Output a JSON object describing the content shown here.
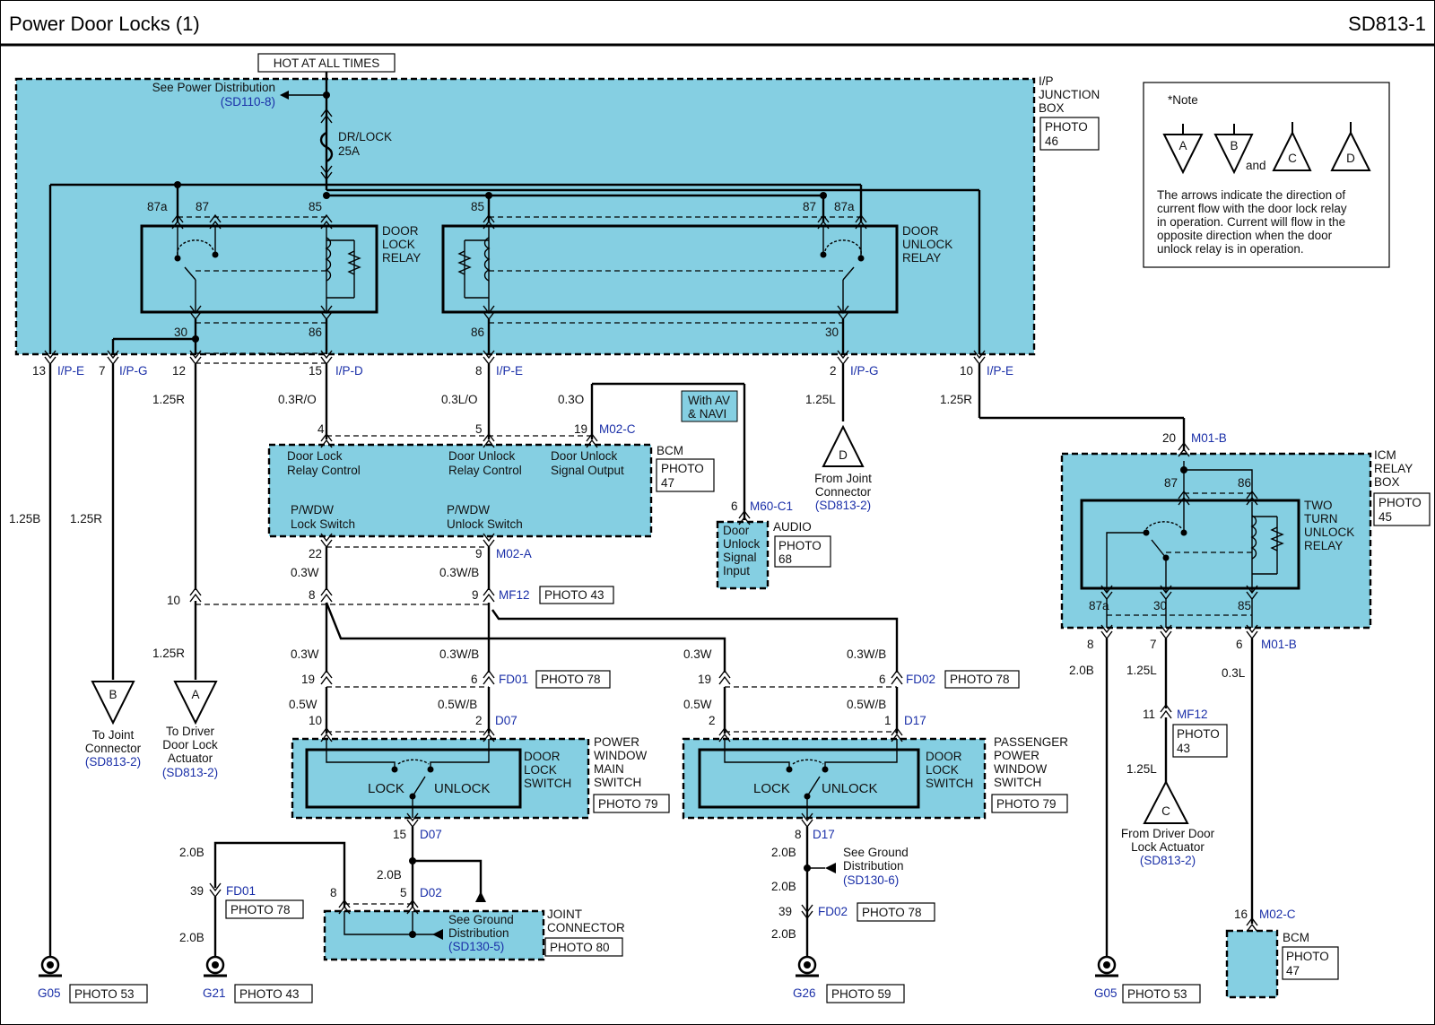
{
  "title": "Power Door Locks (1)",
  "code": "SD813-1",
  "hot": "HOT AT ALL TIMES",
  "power_dist": {
    "label": "See Power Distribution",
    "ref": "(SD110-8)"
  },
  "fuse": {
    "name": "DR/LOCK",
    "rating": "25A"
  },
  "ip_box": {
    "line1": "I/P",
    "line2": "JUNCTION",
    "line3": "BOX",
    "photo1": "PHOTO",
    "photo2": "46"
  },
  "note": {
    "title": "*Note",
    "tri": [
      "A",
      "B",
      "C",
      "D"
    ],
    "and": "and",
    "lines": [
      "The arrows indicate the direction of",
      "current flow with the door lock relay",
      "in operation. Current will flow in the",
      "opposite direction when the door",
      "unlock relay is in operation."
    ]
  },
  "lock_relay": {
    "line1": "DOOR",
    "line2": "LOCK",
    "line3": "RELAY",
    "p87a": "87a",
    "p87": "87",
    "p85": "85",
    "p30": "30",
    "p86": "86"
  },
  "unlock_relay": {
    "line1": "DOOR",
    "line2": "UNLOCK",
    "line3": "RELAY",
    "p85": "85",
    "p87": "87",
    "p87a": "87a",
    "p86": "86",
    "p30": "30"
  },
  "pins": {
    "p13": "13",
    "ipe1": "I/P-E",
    "p7": "7",
    "ipg1": "I/P-G",
    "p12": "12",
    "p15": "15",
    "ipd": "I/P-D",
    "p8": "8",
    "ipe2": "I/P-E",
    "p2": "2",
    "ipg2": "I/P-G",
    "p10": "10",
    "ipe3": "I/P-E"
  },
  "wires": {
    "w125B": "1.25B",
    "w125R_a": "1.25R",
    "w125R_b": "1.25R",
    "w125R_c": "1.25R",
    "w03RO": "0.3R/O",
    "w03LO": "0.3L/O",
    "w03O": "0.3O",
    "w125L": "1.25L",
    "w125R_d": "1.25R"
  },
  "av": {
    "line1": "With AV",
    "line2": "& NAVI"
  },
  "joint_d": {
    "tri": "D",
    "line1": "From Joint",
    "line2": "Connector",
    "ref": "(SD813-2)"
  },
  "bcm": {
    "p4": "4",
    "p5": "5",
    "p19": "19",
    "conn": "M02-C",
    "c1a": "Door Lock",
    "c1b": "Relay Control",
    "c2a": "Door Unlock",
    "c2b": "Relay Control",
    "c3a": "Door Unlock",
    "c3b": "Signal Output",
    "s1a": "P/WDW",
    "s1b": "Lock Switch",
    "s2a": "P/WDW",
    "s2b": "Unlock Switch",
    "name": "BCM",
    "photo1": "PHOTO",
    "photo2": "47",
    "p22": "22",
    "p9": "9",
    "conn2": "M02-A"
  },
  "audio": {
    "pin": "6",
    "conn": "M60-C1",
    "l1": "Door",
    "l2": "Unlock",
    "l3": "Signal",
    "l4": "Input",
    "name": "AUDIO",
    "photo1": "PHOTO",
    "photo2": "68"
  },
  "icm": {
    "pin20": "20",
    "conn": "M01-B",
    "p87": "87",
    "p86": "86",
    "r1": "TWO",
    "r2": "TURN",
    "r3": "UNLOCK",
    "r4": "RELAY",
    "b1": "ICM",
    "b2": "RELAY",
    "b3": "BOX",
    "photo1": "PHOTO",
    "photo2": "45",
    "p87a": "87a",
    "p30": "30",
    "p85": "85",
    "o8": "8",
    "o7": "7",
    "o6": "6",
    "conn2": "M01-B"
  },
  "left": {
    "w03W": "0.3W",
    "w03WB": "0.3W/B",
    "p10": "10",
    "p8": "8",
    "p9": "9",
    "mf12": "MF12",
    "mf12photo": "PHOTO 43",
    "tri_b": "B",
    "b1": "To Joint",
    "b2": "Connector",
    "bref": "(SD813-2)",
    "tri_a": "A",
    "a1": "To Driver",
    "a2": "Door Lock",
    "a3": "Actuator",
    "aref": "(SD813-2)"
  },
  "main_sw": {
    "w03W": "0.3W",
    "w03WB": "0.3W/B",
    "p19": "19",
    "p6": "6",
    "fd01": "FD01",
    "fd01photo": "PHOTO 78",
    "w05W": "0.5W",
    "w05WB": "0.5W/B",
    "p10": "10",
    "p2": "2",
    "d07": "D07",
    "lock": "LOCK",
    "unlock": "UNLOCK",
    "s1": "DOOR",
    "s2": "LOCK",
    "s3": "SWITCH",
    "n1": "POWER",
    "n2": "WINDOW",
    "n3": "MAIN",
    "n4": "SWITCH",
    "photo": "PHOTO 79",
    "p15": "15",
    "d07b": "D07"
  },
  "pass_sw": {
    "w03W": "0.3W",
    "w03WB": "0.3W/B",
    "p19": "19",
    "p6": "6",
    "fd02": "FD02",
    "fd02photo": "PHOTO 78",
    "w05W": "0.5W",
    "w05WB": "0.5W/B",
    "p2": "2",
    "p1": "1",
    "d17": "D17",
    "lock": "LOCK",
    "unlock": "UNLOCK",
    "s1": "DOOR",
    "s2": "LOCK",
    "s3": "SWITCH",
    "n1": "PASSENGER",
    "n2": "POWER",
    "n3": "WINDOW",
    "n4": "SWITCH",
    "photo": "PHOTO 79",
    "p8": "8",
    "d17b": "D17"
  },
  "ground_main": {
    "w20B_a": "2.0B",
    "w20B_b": "2.0B",
    "p39": "39",
    "fd01": "FD01",
    "fd01photo": "PHOTO 78",
    "w20B_c": "2.0B",
    "g21": "G21",
    "g21photo": "PHOTO 43",
    "p8": "8",
    "p5": "5",
    "d02": "D02",
    "sg1": "See Ground",
    "sg2": "Distribution",
    "sgref": "(SD130-5)",
    "j1": "JOINT",
    "j2": "CONNECTOR",
    "jphoto": "PHOTO 80"
  },
  "ground_pass": {
    "w20B_a": "2.0B",
    "sg1": "See Ground",
    "sg2": "Distribution",
    "sgref": "(SD130-6)",
    "w20B_b": "2.0B",
    "p39": "39",
    "fd02": "FD02",
    "fd02photo": "PHOTO 78",
    "w20B_c": "2.0B",
    "g26": "G26",
    "g26photo": "PHOTO 59"
  },
  "ground_left": {
    "g05": "G05",
    "photo": "PHOTO 53"
  },
  "icm_out": {
    "w20B": "2.0B",
    "w125L": "1.25L",
    "w03L": "0.3L",
    "p11": "11",
    "mf12": "MF12",
    "photo1": "PHOTO",
    "photo2": "43",
    "w125L_b": "1.25L",
    "tri_c": "C",
    "c1": "From Driver Door",
    "c2": "Lock Actuator",
    "cref": "(SD813-2)",
    "g05": "G05",
    "g05photo": "PHOTO 53",
    "p16": "16",
    "conn": "M02-C",
    "bcm": "BCM",
    "bphoto1": "PHOTO",
    "bphoto2": "47"
  }
}
